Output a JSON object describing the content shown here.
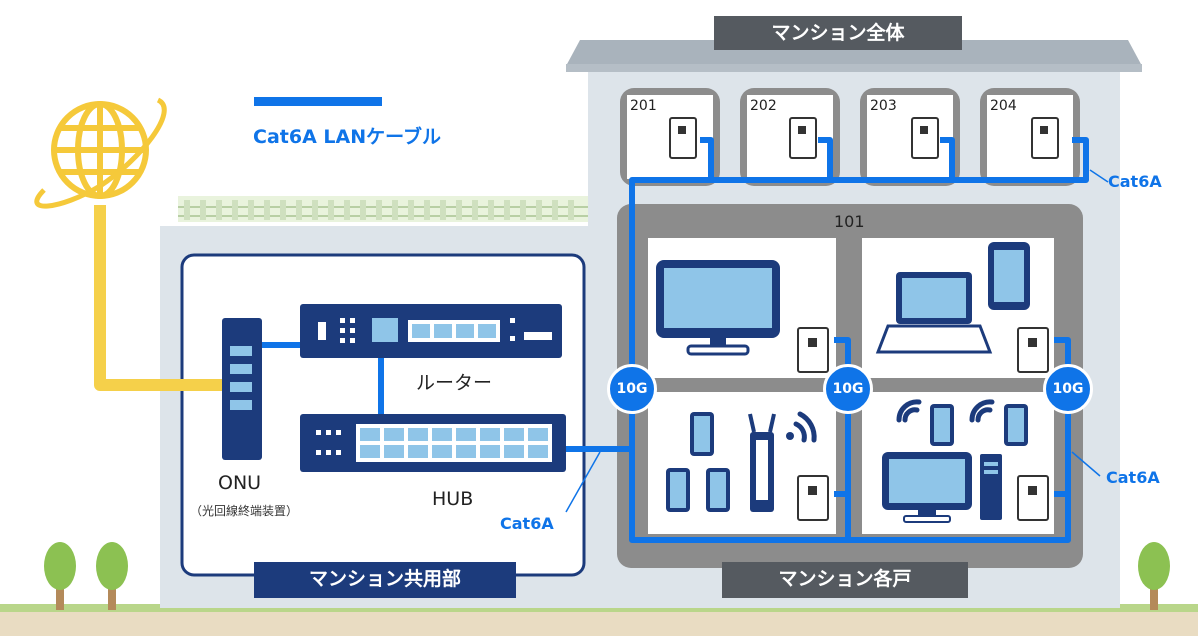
{
  "labels": {
    "mansion_all": "マンション全体",
    "legend_cable": "Cat6A LANケーブル",
    "rooms": [
      "201",
      "202",
      "203",
      "204"
    ],
    "room_101": "101",
    "cat6a_top": "Cat6A",
    "cat6a_right": "Cat6A",
    "cat6a_hub": "Cat6A",
    "speed_badges": [
      "10G",
      "10G",
      "10G"
    ],
    "router": "ルーター",
    "onu": "ONU",
    "onu_sub": "（光回線終端装置）",
    "hub": "HUB",
    "common_area": "マンション共用部",
    "units": "マンション各戸"
  },
  "colors": {
    "cable_blue": "#0f74e8",
    "device_navy": "#1c3b7c",
    "fiber_yellow": "#f5d04a",
    "building_gray": "#dde4ea",
    "roof_gray": "#a9b3bc",
    "room_gray": "#8c8c8c",
    "ground_green": "#b9d68a",
    "ground_tan": "#e9dcc2"
  },
  "icons": [
    "globe-icon",
    "tree-icon",
    "monitor-icon",
    "laptop-icon",
    "tablet-icon",
    "smartphone-icon",
    "wifi-router-icon",
    "wifi-signal-icon",
    "lan-outlet-icon",
    "desktop-pc-icon",
    "onu-device-icon",
    "router-device-icon",
    "hub-device-icon"
  ]
}
